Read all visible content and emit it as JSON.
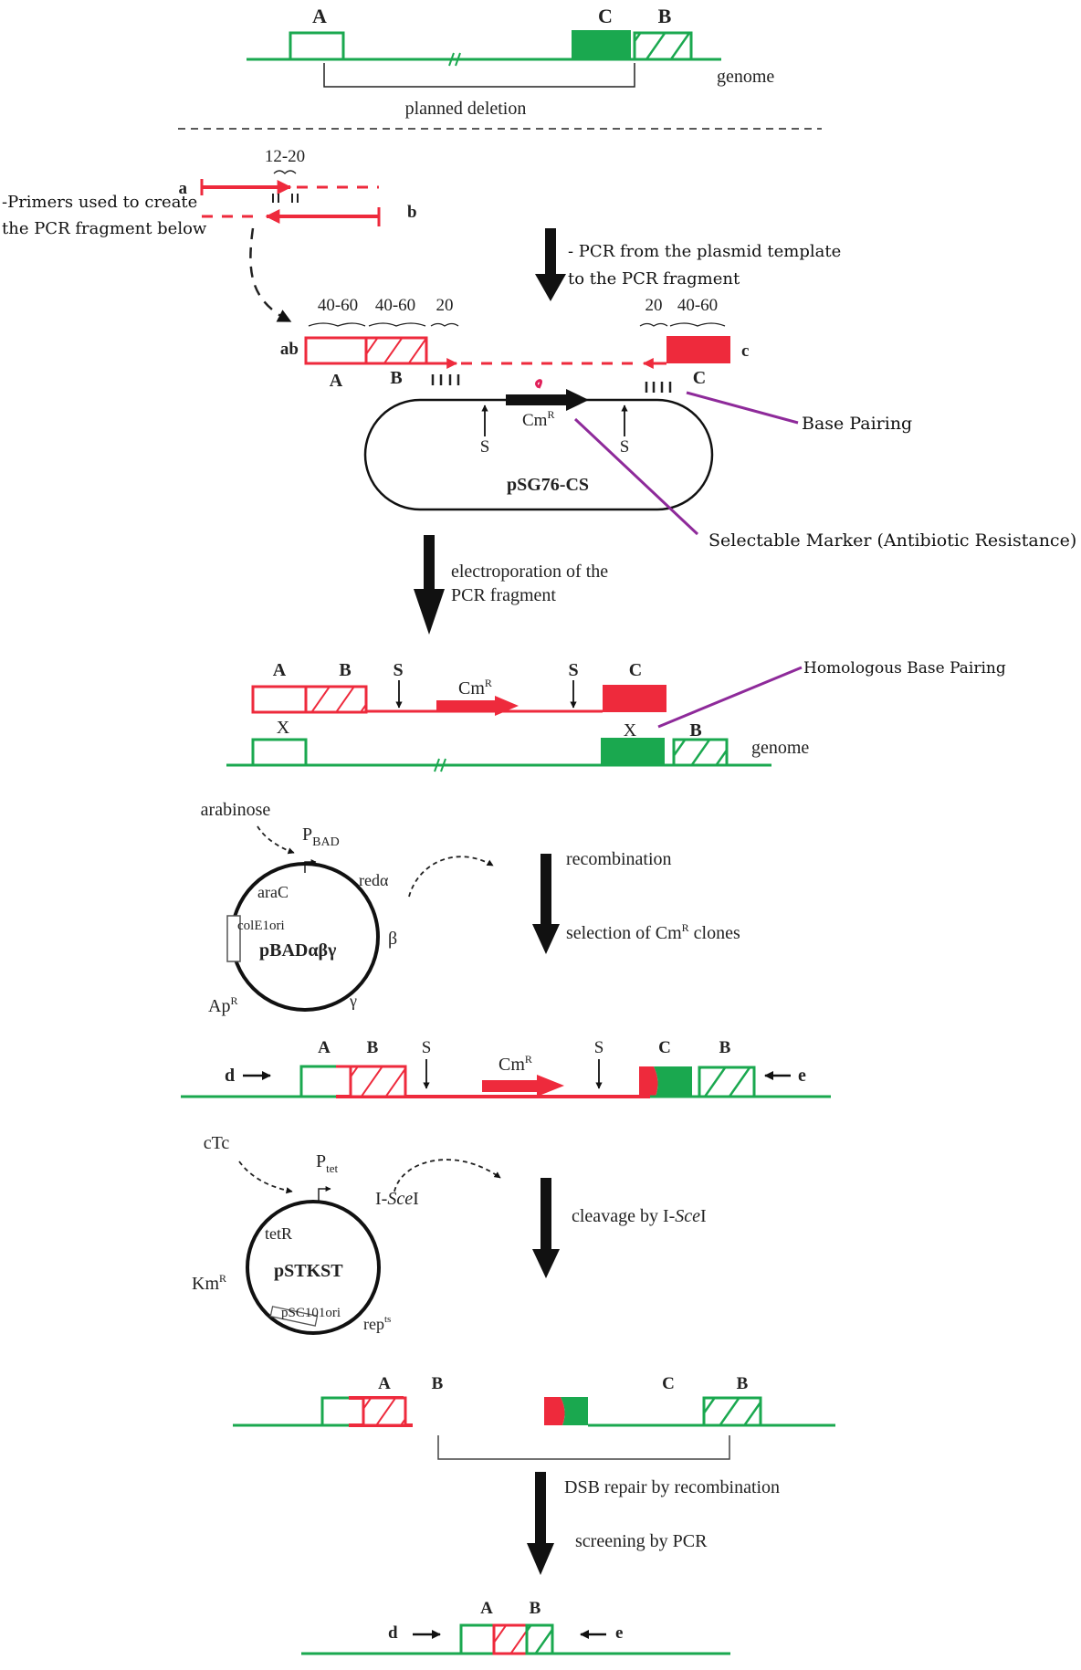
{
  "colors": {
    "genome": "#1aa84f",
    "pcr": "#ee2a3c",
    "annotation_line": "#8e2a9a",
    "text": "#222222"
  },
  "stage1": {
    "labels": {
      "A": "A",
      "C": "C",
      "B": "B"
    },
    "genome_label": "genome",
    "deletion_label": "planned deletion"
  },
  "primers": {
    "overlap_label": "12-20",
    "primer_a": "a",
    "primer_b": "b",
    "note_line1": "-Primers used to create",
    "note_line2": "the PCR fragment below"
  },
  "pcr_step": {
    "note_line1": "- PCR from the plasmid template",
    "note_line2": "to the PCR fragment"
  },
  "fragment": {
    "left_sizes": [
      "40-60",
      "40-60",
      "20"
    ],
    "right_sizes": [
      "20",
      "40-60"
    ],
    "ab_label": "ab",
    "c_label": "c",
    "A": "A",
    "B": "B",
    "C": "C"
  },
  "plasmid_template": {
    "name": "pSG76-CS",
    "marker": "Cm",
    "marker_sup": "R",
    "site_left": "S",
    "site_right": "S"
  },
  "annotations": {
    "base_pairing": "Base Pairing",
    "selectable_marker": "Selectable Marker (Antibiotic Resistance)",
    "homologous": "Homologous Base Pairing"
  },
  "electroporation": {
    "line1": "electroporation of the",
    "line2": "PCR fragment"
  },
  "stage3": {
    "A": "A",
    "B": "B",
    "S1": "S",
    "S2": "S",
    "C": "C",
    "marker": "Cm",
    "marker_sup": "R",
    "X1": "X",
    "X2": "X",
    "B2": "B",
    "genome_label": "genome"
  },
  "helper_plasmid_1": {
    "inducer": "arabinose",
    "promoter": "P",
    "promoter_sub": "BAD",
    "name": "pBADαβγ",
    "genes": [
      "araC",
      "redα",
      "β",
      "γ"
    ],
    "ori": "colE1ori",
    "resistance": "Ap",
    "resistance_sup": "R"
  },
  "recombination": {
    "line1": "recombination",
    "line2_pre": "selection of Cm",
    "line2_sup": "R",
    "line2_post": " clones"
  },
  "stage4": {
    "primer_d": "d",
    "primer_e": "e",
    "A": "A",
    "B": "B",
    "S1": "S",
    "S2": "S",
    "marker": "Cm",
    "marker_sup": "R",
    "C": "C",
    "B2": "B"
  },
  "helper_plasmid_2": {
    "inducer": "cTc",
    "promoter": "P",
    "promoter_sub": "tet",
    "enzyme_pre": "I-",
    "enzyme_italic": "Sce",
    "enzyme_post": "I",
    "name": "pSTKST",
    "genes": [
      "tetR"
    ],
    "resistance": "Km",
    "resistance_sup": "R",
    "ori": "pSC101ori",
    "rep": "rep",
    "rep_sup": "ts"
  },
  "cleavage": {
    "pre": "cleavage by I-",
    "italic": "Sce",
    "post": "I"
  },
  "stage5": {
    "A": "A",
    "B": "B",
    "C": "C",
    "B2": "B"
  },
  "dsb": {
    "line1": "DSB repair by recombination",
    "line2": "screening by PCR"
  },
  "stage6": {
    "primer_d": "d",
    "primer_e": "e",
    "A": "A",
    "B": "B"
  }
}
